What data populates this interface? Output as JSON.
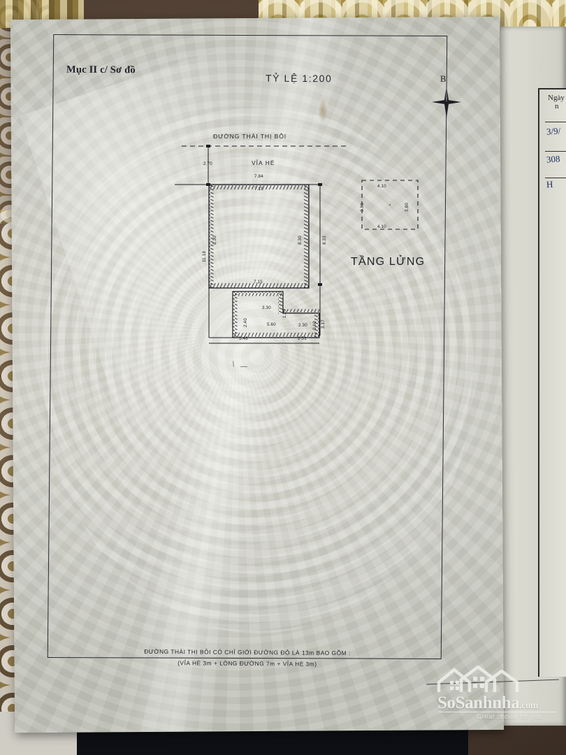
{
  "document": {
    "section_label": "Mục II c/ Sơ đồ",
    "scale_label": "TỶ LỆ 1:200",
    "compass_label": "B",
    "road_name": "ĐƯỜNG THÁI THỊ BÔI",
    "sidewalk_label": "VỈA HÈ",
    "mezzanine_label": "TẦNG LỬNG",
    "footnote_line1": "ĐƯỜNG THÁI THỊ BÔI CÓ CHỈ GIỚI ĐƯỜNG ĐỎ LÀ 13m BAO GỒM :",
    "footnote_line2": "(VỈA HÈ 3m + LÒNG ĐƯỜNG 7m + VỈA HÈ 3m)"
  },
  "dimensions": {
    "setback_from_road": "2.70",
    "top_outer": "7.84",
    "top_inner": "7.15",
    "left_outer": "11.18",
    "left_inner": "8.30",
    "right_inner": "8.30",
    "right_outer": "8.33",
    "mid_inner": "7.15",
    "annex_top": "3.30",
    "annex_left": "2.40",
    "annex_right_small": "1.20",
    "annex_mid": "5.60",
    "bottom_left": "5.46",
    "bottom_right": "2.51",
    "step_right": "2.30",
    "step_small": "0.60",
    "right_tail": "3.17",
    "mezz_top": "4.10",
    "mezz_bottom": "4.10",
    "mezz_left": "3.80",
    "mezz_right": "3.80"
  },
  "side_book": {
    "col_header_line1": "Ngày",
    "col_header_line2": "n",
    "entry1": "3/9/",
    "entry2": "308",
    "entry3": "H"
  },
  "watermark": {
    "brand_primary": "SoSanhnha",
    "brand_suffix": ".com",
    "tagline": "Great choice for you"
  },
  "colors": {
    "ink": "#20202a",
    "paper": "#d2d2c9",
    "cloth": "#4c3c30",
    "gold": "#cbb262",
    "watermark": "#f3f3ef"
  }
}
